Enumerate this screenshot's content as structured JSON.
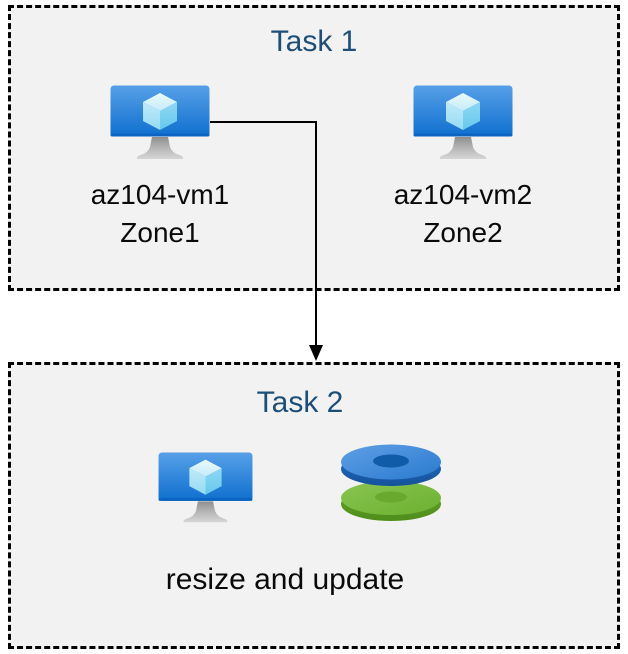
{
  "diagram": {
    "task1": {
      "title": "Task 1",
      "vms": [
        {
          "name": "az104-vm1",
          "zone": "Zone1",
          "icon": "virtual-machine-icon"
        },
        {
          "name": "az104-vm2",
          "zone": "Zone2",
          "icon": "virtual-machine-icon"
        }
      ]
    },
    "task2": {
      "title": "Task 2",
      "icons": [
        "virtual-machine-icon",
        "disks-icon"
      ],
      "caption": "resize and update"
    },
    "connector": {
      "from": "az104-vm1",
      "to": "Task 2",
      "style": "elbow-arrow-down"
    },
    "colors": {
      "box_fill": "#f2f2f2",
      "box_border": "#000000",
      "title_text": "#1d4e77",
      "label_text": "#0a0a0a",
      "arrow": "#000000",
      "vm_screen_top": "#57a0e8",
      "vm_screen_bottom": "#0f6fce",
      "cube_light": "#d9f2fc",
      "cube_dark": "#6cc9ec",
      "disk_blue": "#2e7fd2",
      "disk_blue_dark": "#1b66b8",
      "disk_green": "#76b83a",
      "disk_green_dark": "#579a1f"
    }
  }
}
